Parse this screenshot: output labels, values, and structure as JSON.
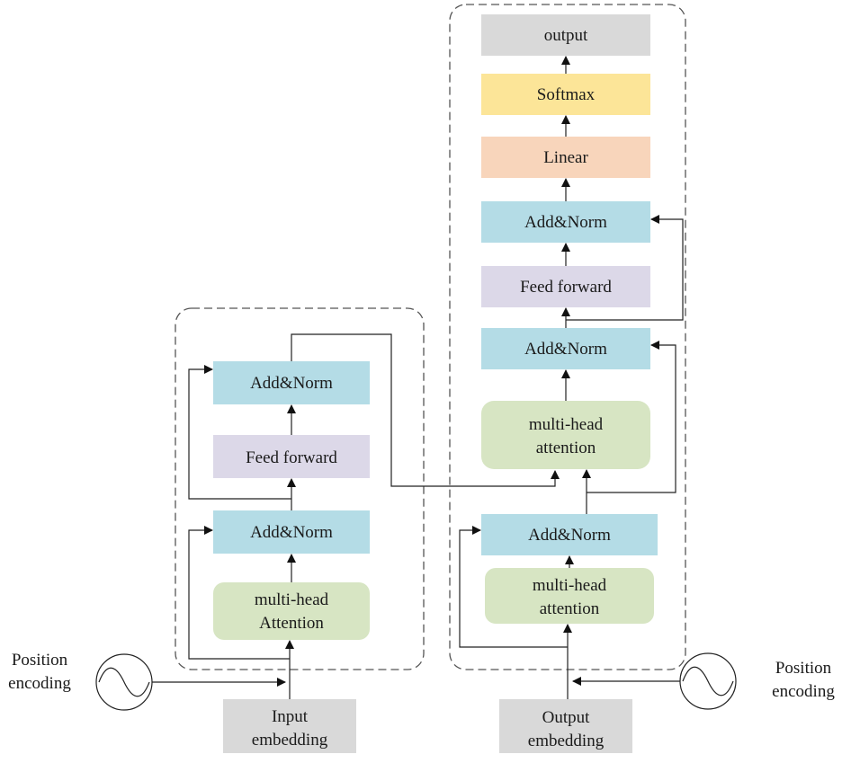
{
  "colors": {
    "gray": "#d9d9d9",
    "blue": "#b4dce6",
    "lavender": "#dcd8e8",
    "green": "#d7e5c3",
    "yellow": "#fce598",
    "peach": "#f8d5bb",
    "line": "#222222"
  },
  "encoder": {
    "input_embedding": {
      "line1": "Input",
      "line2": "embedding"
    },
    "attention": {
      "line1": "multi-head",
      "line2": "Attention"
    },
    "add_norm_1": "Add&Norm",
    "feed_forward": "Feed forward",
    "add_norm_2": "Add&Norm",
    "position_encoding": {
      "line1": "Position",
      "line2": "encoding"
    }
  },
  "decoder": {
    "output_embedding": {
      "line1": "Output",
      "line2": "embedding"
    },
    "masked_attention": {
      "line1": "multi-head",
      "line2": "attention"
    },
    "add_norm_1": "Add&Norm",
    "cross_attention": {
      "line1": "multi-head",
      "line2": "attention"
    },
    "add_norm_2": "Add&Norm",
    "feed_forward": "Feed forward",
    "add_norm_3": "Add&Norm",
    "linear": "Linear",
    "softmax": "Softmax",
    "output": "output",
    "position_encoding": {
      "line1": "Position",
      "line2": "encoding"
    }
  }
}
